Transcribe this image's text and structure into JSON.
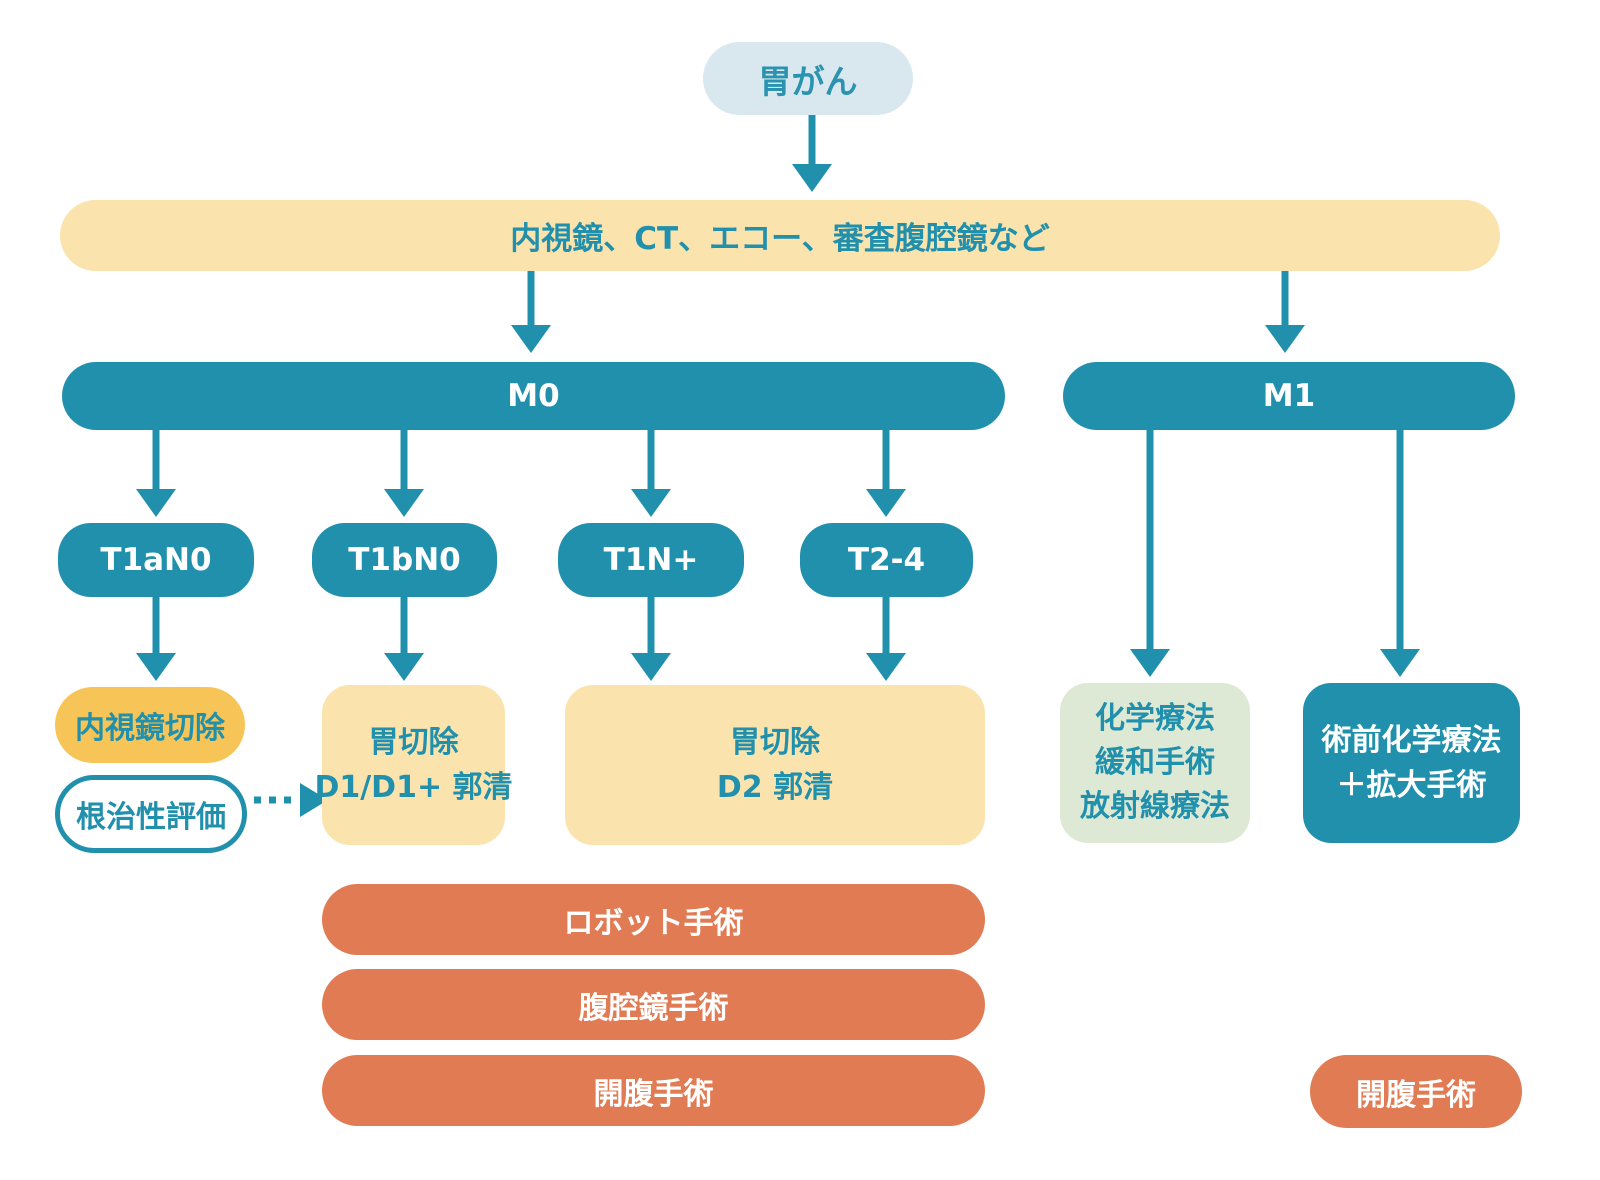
{
  "colors": {
    "teal": "#2190ac",
    "cream": "#fbe3ae",
    "yellow": "#f7c557",
    "light_blue": "#d9e8ef",
    "light_green": "#dde9d4",
    "orange": "#e07b54",
    "label_on_dark": "#ffffff"
  },
  "nodes": {
    "gastric_cancer": "胃がん",
    "diagnostics": "内視鏡、CT、エコー、審査腹腔鏡など",
    "m0": "M0",
    "m1": "M1",
    "t1an0": "T1aN0",
    "t1bn0": "T1bN0",
    "t1nplus": "T1N+",
    "t2_4": "T2-4",
    "endoscopic_resection": "内視鏡切除",
    "curability_evaluation": "根治性評価",
    "gastrectomy_d1": {
      "line1": "胃切除",
      "line2": "D1/D1+ 郭清"
    },
    "gastrectomy_d2": {
      "line1": "胃切除",
      "line2": "D2 郭清"
    },
    "m1_conservative": {
      "line1": "化学療法",
      "line2": "緩和手術",
      "line3": "放射線療法"
    },
    "m1_aggressive": {
      "line1": "術前化学療法",
      "line2": "＋拡大手術"
    },
    "robotic_surgery": "ロボット手術",
    "laparoscopic_surgery": "腹腔鏡手術",
    "open_surgery": "開腹手術",
    "open_surgery_m1": "開腹手術"
  }
}
